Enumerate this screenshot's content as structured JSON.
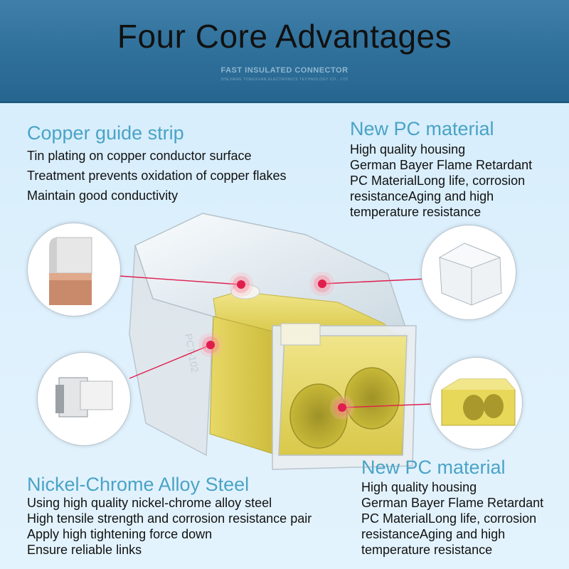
{
  "header": {
    "title": "Four Core Advantages",
    "subtitle": "FAST INSULATED CONNECTOR",
    "company": "ZHEJIANG TONGXUAN ELECTRONICS TECHNOLOGY CO., LTD"
  },
  "features": [
    {
      "heading": "Copper guide strip",
      "lines": [
        "Tin plating on copper conductor surface",
        "Treatment prevents oxidation of copper flakes",
        "Maintain good conductivity"
      ]
    },
    {
      "heading": "New PC material",
      "lines": [
        "High quality housing",
        "German Bayer Flame Retardant",
        "PC MaterialLong life, corrosion",
        "resistanceAging and high",
        "temperature resistance"
      ]
    },
    {
      "heading": "Nickel-Chrome Alloy Steel",
      "lines": [
        "Using high quality nickel-chrome alloy steel",
        "High tensile strength and corrosion resistance pair",
        "Apply high tightening force down",
        "Ensure reliable links"
      ]
    },
    {
      "heading": "New PC material",
      "lines": [
        "High quality housing",
        "German Bayer Flame Retardant",
        "PC MaterialLong life, corrosion",
        "resistanceAging and high",
        "temperature resistance"
      ]
    }
  ],
  "colors": {
    "banner": "#2e6f9a",
    "heading": "#4aa3c6",
    "marker": "#e01e4e",
    "connector_yellow": "#e9dc6a"
  }
}
